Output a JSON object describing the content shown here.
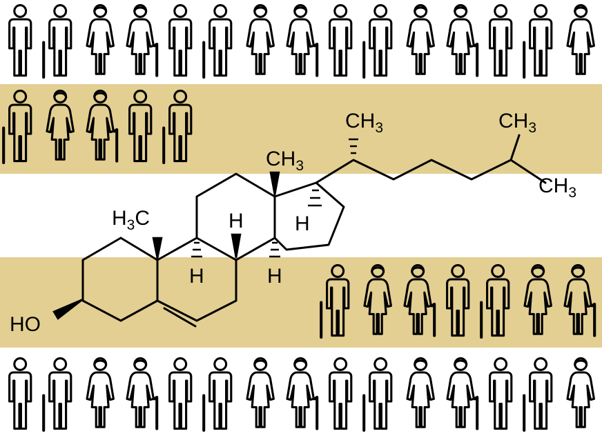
{
  "colors": {
    "band": "#e3cf92",
    "ink": "#000000",
    "background": "#ffffff"
  },
  "icon_rows": {
    "top": [
      "man",
      "man-cane",
      "woman",
      "woman-cane",
      "man",
      "man-cane",
      "woman",
      "woman-cane",
      "man",
      "man-cane",
      "woman",
      "woman-cane",
      "man",
      "man-cane",
      "woman"
    ],
    "upper_band": [
      "man-cane",
      "woman",
      "woman-cane",
      "man",
      "man-cane"
    ],
    "lower_band": [
      "man-cane",
      "woman",
      "woman-cane",
      "man",
      "man-cane",
      "woman",
      "woman-cane"
    ],
    "bottom": [
      "man",
      "man-cane",
      "woman",
      "woman-cane",
      "man",
      "man-cane",
      "woman",
      "woman-cane",
      "man",
      "man-cane",
      "woman",
      "woman-cane",
      "man",
      "man-cane",
      "woman"
    ]
  },
  "molecule": {
    "labels": {
      "methyl_a": {
        "main": "H",
        "sub": "3",
        "tail": "C"
      },
      "methyl_b": {
        "main": "CH",
        "sub": "3"
      },
      "methyl_c": {
        "main": "CH",
        "sub": "3"
      },
      "methyl_d": {
        "main": "CH",
        "sub": "3"
      },
      "methyl_e": {
        "main": "CH",
        "sub": "3"
      },
      "hydroxyl": "HO",
      "h_8": "H",
      "h_9": "H",
      "h_14": "H",
      "h_17": "H"
    }
  }
}
